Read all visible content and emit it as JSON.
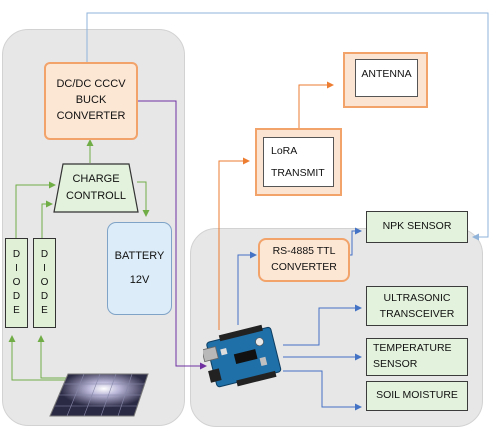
{
  "blocks": {
    "buck_converter": {
      "lines": [
        "DC/DC CCCV",
        "BUCK",
        "CONVERTER"
      ]
    },
    "charge_controller": {
      "lines": [
        "CHARGE",
        "CONTROLL"
      ]
    },
    "battery": {
      "lines": [
        "BATTERY",
        "12V"
      ]
    },
    "diode_left": {
      "letters": [
        "D",
        "I",
        "O",
        "D",
        "E"
      ]
    },
    "diode_right": {
      "letters": [
        "D",
        "I",
        "O",
        "D",
        "E"
      ]
    },
    "lora": {
      "lines": [
        "LoRA",
        "TRANSMIT"
      ]
    },
    "antenna": {
      "label": "ANTENNA"
    },
    "rs485": {
      "lines": [
        "RS-4885 TTL",
        "CONVERTER"
      ]
    },
    "npk": {
      "label": "NPK SENSOR"
    },
    "ultrasonic": {
      "lines": [
        "ULTRASONIC",
        "TRANSCEIVER"
      ]
    },
    "temperature": {
      "lines": [
        "TEMPERATURE",
        "SENSOR"
      ]
    },
    "soil": {
      "label": "SOIL MOISTURE"
    }
  },
  "colors": {
    "panel": "#e7e7e7",
    "orange_border": "#f2a36a",
    "orange_fill": "#fce6d4",
    "green_fill": "#e3f2dc",
    "battery_fill": "#dcecf8",
    "wire_blue": "#4472c4",
    "wire_green": "#70ad47",
    "wire_orange": "#ed7d31",
    "wire_purple": "#7030a0",
    "wire_lightblue": "#8fb3d9"
  },
  "icons": [
    "solar-panel-icon",
    "arduino-board-icon"
  ]
}
